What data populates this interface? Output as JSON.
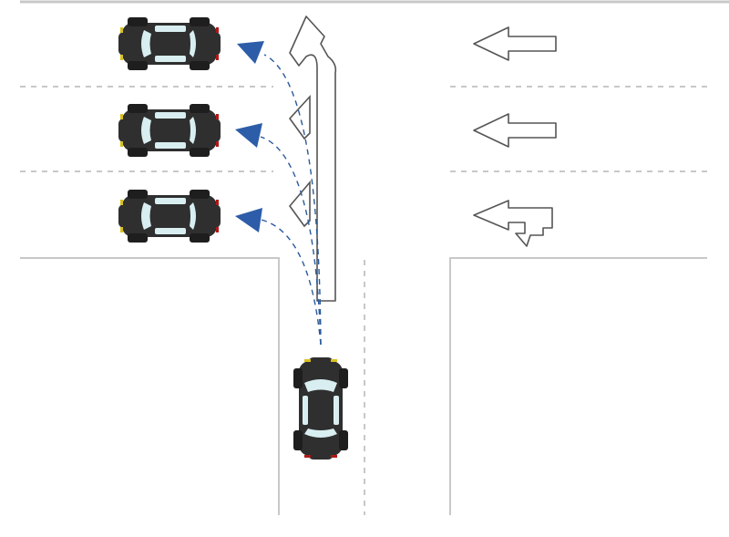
{
  "scene": {
    "type": "traffic-diagram",
    "description_text": "",
    "colors": {
      "road_edge": "#c8c8c8",
      "lane_dash": "#c8c8c8",
      "arrow_outline": "#555555",
      "arrow_fill": "#ffffff",
      "path_line": "#2a5a9a",
      "path_arrowhead": "#2d5da8",
      "car_body": "#2f2f2f",
      "car_glass": "#d9eef0",
      "car_tail_light": "#b01818",
      "car_head_light": "#d8c020"
    },
    "lane_arrows_right": [
      {
        "icon": "left-arrow-icon"
      },
      {
        "icon": "left-arrow-icon"
      },
      {
        "icon": "left-and-u-turn-arrow-icon"
      }
    ],
    "left_lanes_markings": [
      {
        "icon": "u-turn-arrow-icon"
      },
      {
        "icon": "u-turn-arrow-icon"
      },
      {
        "icon": "u-turn-arrow-icon"
      }
    ],
    "cars": [
      {
        "role": "parked-left-lane-1",
        "facing": "left"
      },
      {
        "role": "parked-left-lane-2",
        "facing": "left"
      },
      {
        "role": "parked-left-lane-3",
        "facing": "left"
      },
      {
        "role": "approaching-car",
        "facing": "up"
      }
    ],
    "paths": [
      {
        "from": "approaching-car",
        "to": "lane-1"
      },
      {
        "from": "approaching-car",
        "to": "lane-2"
      },
      {
        "from": "approaching-car",
        "to": "lane-3"
      }
    ]
  }
}
